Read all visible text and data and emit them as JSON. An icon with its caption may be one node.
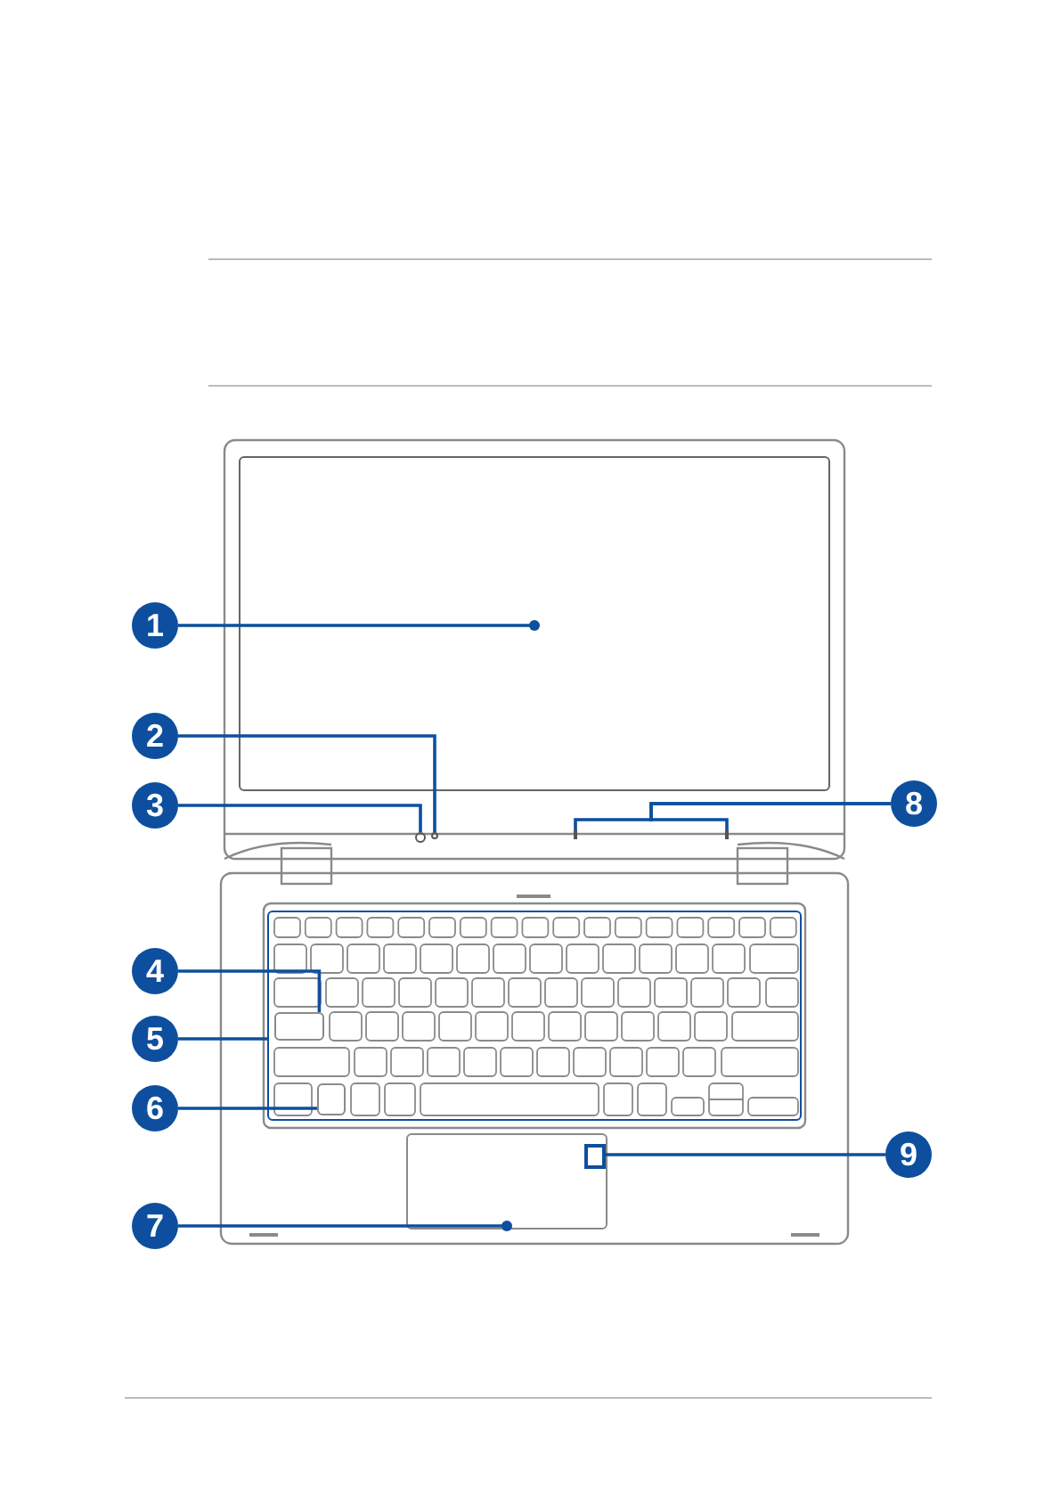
{
  "diagram": {
    "nodes": [
      {
        "text": [
          "1"
        ]
      },
      {
        "text": [
          "2"
        ]
      },
      {
        "text": [
          "3"
        ]
      },
      {
        "text": [
          "4"
        ]
      },
      {
        "text": [
          "5"
        ]
      },
      {
        "text": [
          "6"
        ]
      },
      {
        "text": [
          "7"
        ]
      },
      {
        "text": [
          "8"
        ]
      },
      {
        "text": [
          "9"
        ]
      },
      {
        "text": [],
        "shape": "box"
      },
      {
        "text": [],
        "shape": "circle"
      },
      {
        "text": [],
        "shape": "circle"
      },
      {
        "text": [],
        "shape": "box",
        "in": 13
      },
      {
        "text": [],
        "shape": "box"
      },
      {
        "text": [],
        "shape": "box",
        "in": 13
      },
      {
        "text": [],
        "shape": "box"
      },
      {
        "text": [],
        "shape": "bar"
      },
      {
        "text": [],
        "shape": "bar"
      },
      {
        "text": [],
        "shape": "box",
        "in": 15
      }
    ],
    "edges": [
      {
        "from": 0,
        "to": 9,
        "arrow": "other"
      },
      {
        "from": 1,
        "to": 11,
        "arrow": "none"
      },
      {
        "from": 2,
        "to": 10,
        "arrow": "none"
      },
      {
        "from": 3,
        "to": 12,
        "arrow": "none"
      },
      {
        "from": 4,
        "to": 13,
        "arrow": "none"
      },
      {
        "from": 5,
        "to": 14,
        "arrow": "none"
      },
      {
        "from": 6,
        "to": 15,
        "arrow": "other"
      },
      {
        "from": 7,
        "to": 16,
        "arrow": "none"
      },
      {
        "from": 7,
        "to": 17,
        "arrow": "none"
      },
      {
        "from": 8,
        "to": 18,
        "arrow": "none"
      }
    ]
  }
}
